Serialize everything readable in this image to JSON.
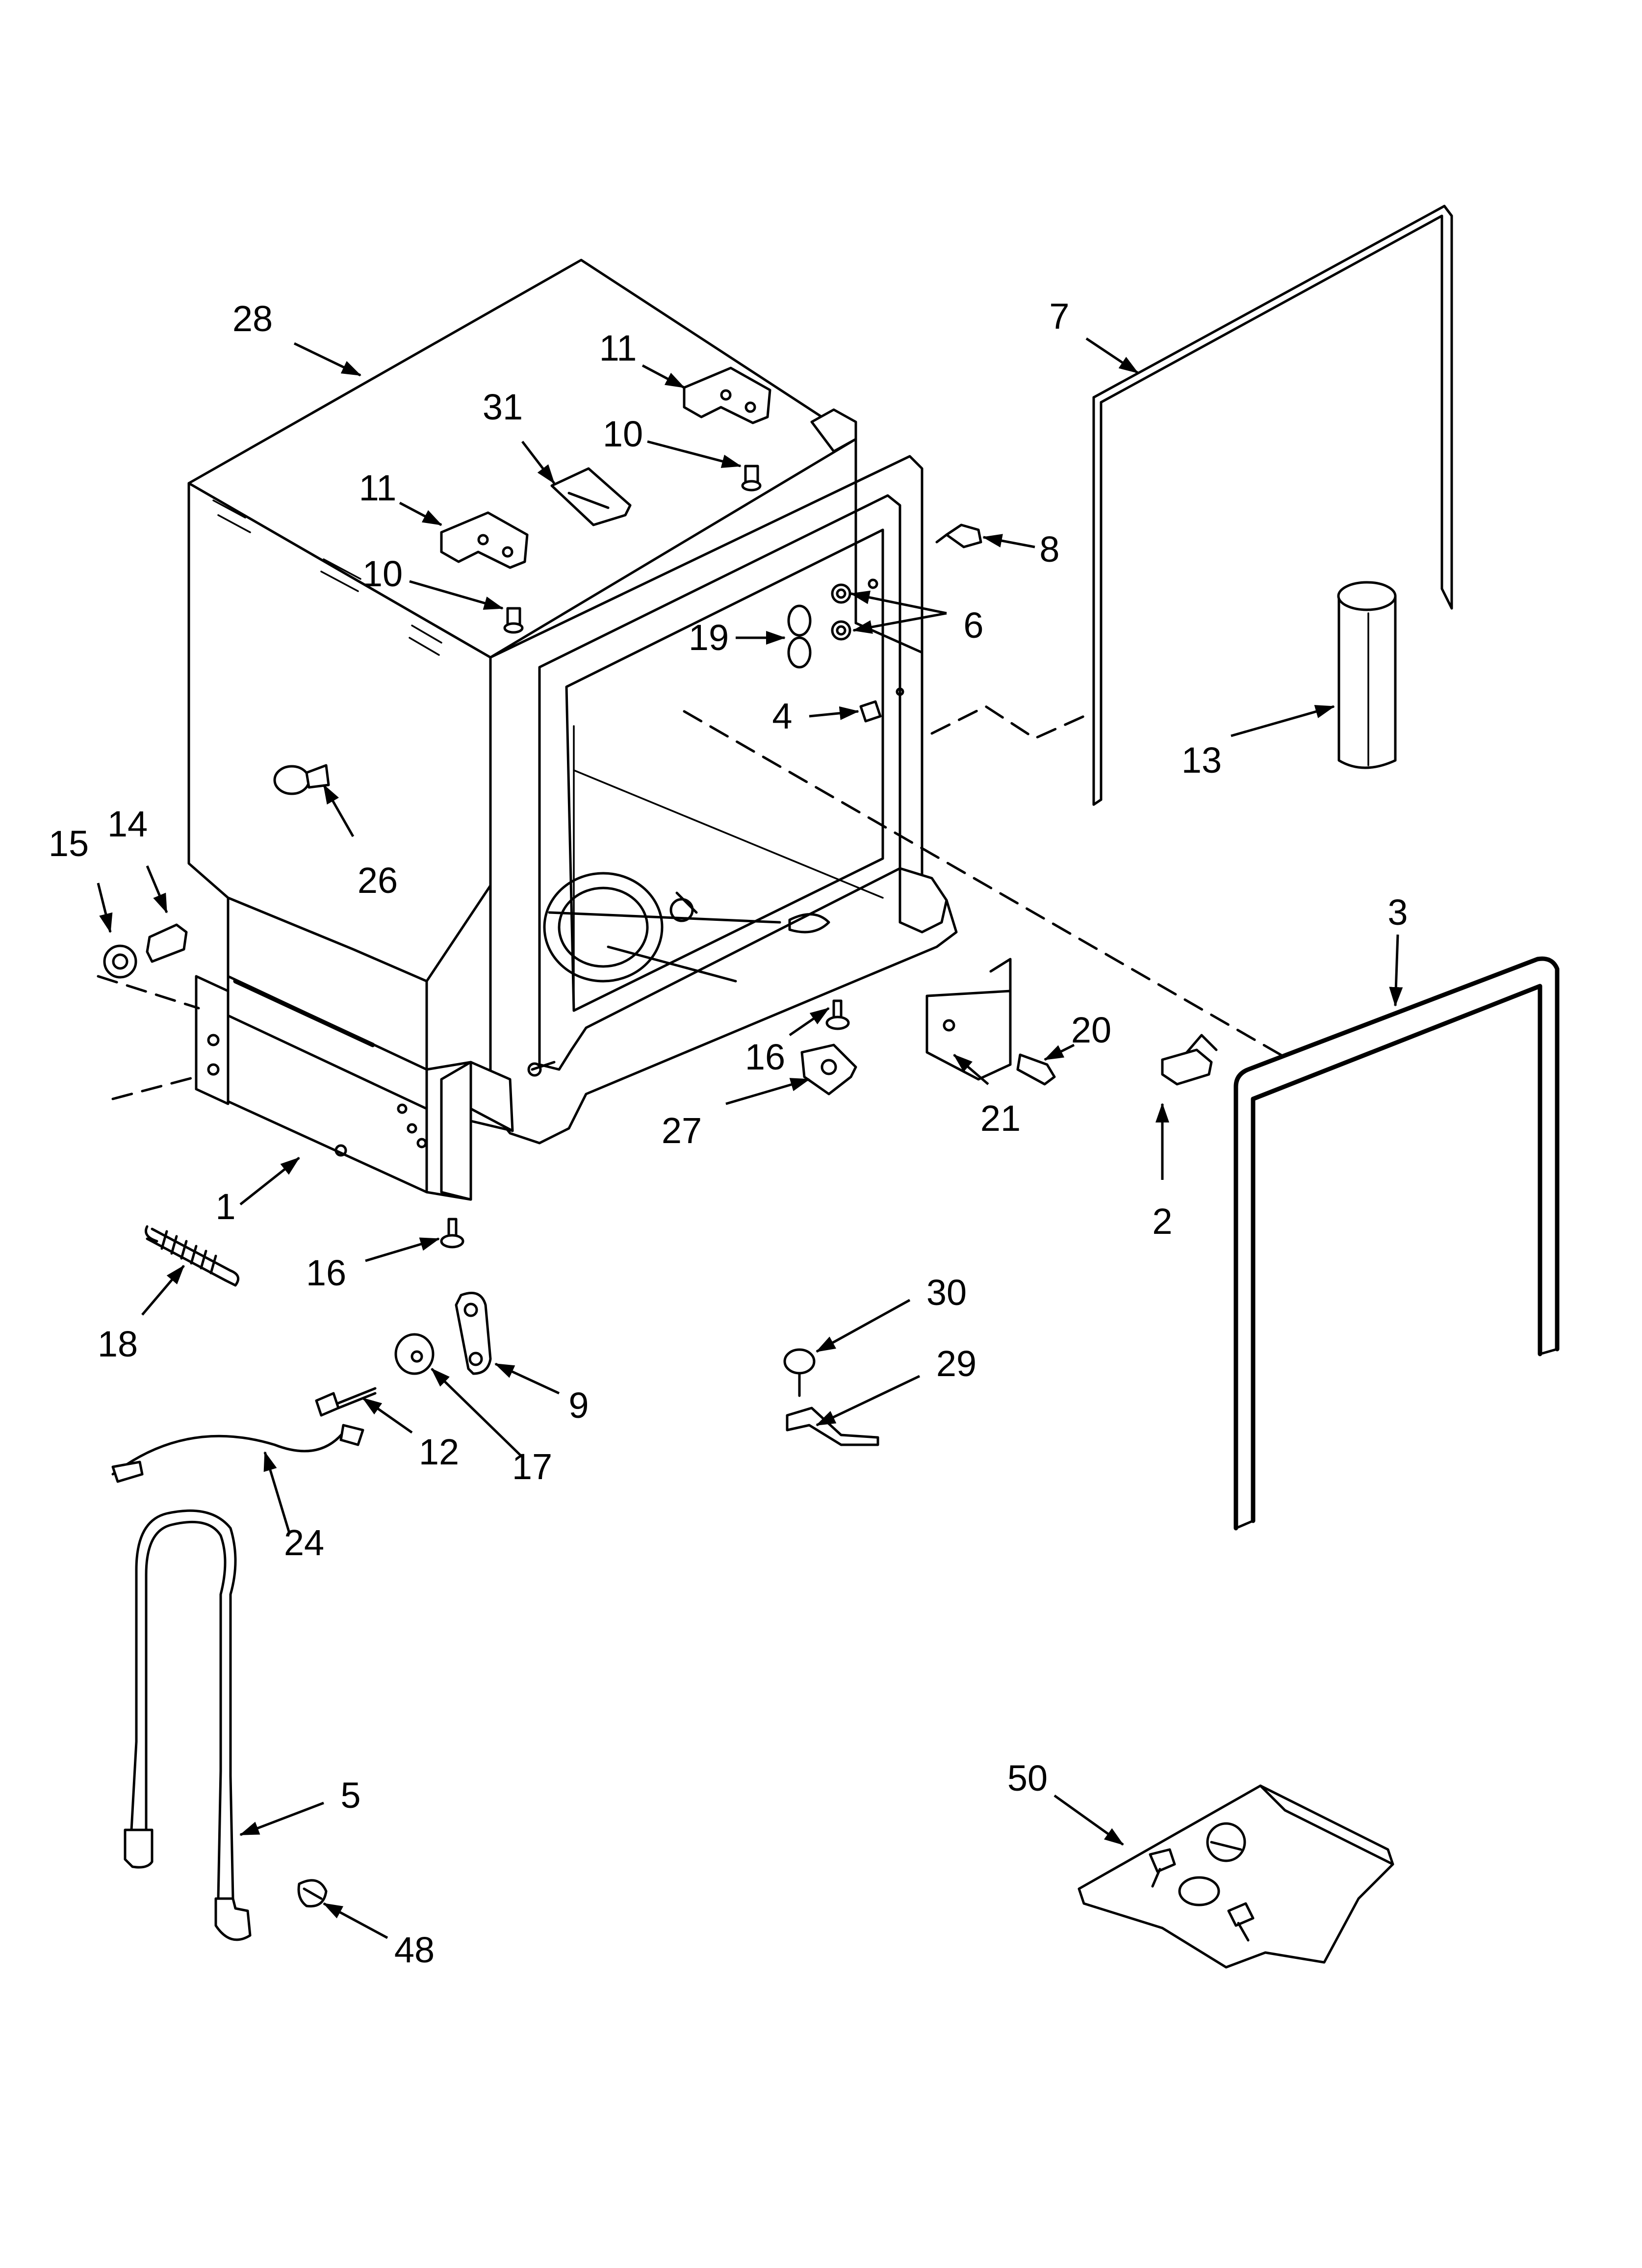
{
  "callouts": [
    {
      "id": "c28",
      "label": "28"
    },
    {
      "id": "c11a",
      "label": "11"
    },
    {
      "id": "c31",
      "label": "31"
    },
    {
      "id": "c10a",
      "label": "10"
    },
    {
      "id": "c11b",
      "label": "11"
    },
    {
      "id": "c10b",
      "label": "10"
    },
    {
      "id": "c7",
      "label": "7"
    },
    {
      "id": "c8",
      "label": "8"
    },
    {
      "id": "c6",
      "label": "6"
    },
    {
      "id": "c19",
      "label": "19"
    },
    {
      "id": "c4",
      "label": "4"
    },
    {
      "id": "c13",
      "label": "13"
    },
    {
      "id": "c15",
      "label": "15"
    },
    {
      "id": "c14",
      "label": "14"
    },
    {
      "id": "c26",
      "label": "26"
    },
    {
      "id": "c3",
      "label": "3"
    },
    {
      "id": "c20",
      "label": "20"
    },
    {
      "id": "c16a",
      "label": "16"
    },
    {
      "id": "c27",
      "label": "27"
    },
    {
      "id": "c21",
      "label": "21"
    },
    {
      "id": "c2",
      "label": "2"
    },
    {
      "id": "c1",
      "label": "1"
    },
    {
      "id": "c16b",
      "label": "16"
    },
    {
      "id": "c18",
      "label": "18"
    },
    {
      "id": "c30",
      "label": "30"
    },
    {
      "id": "c29",
      "label": "29"
    },
    {
      "id": "c9",
      "label": "9"
    },
    {
      "id": "c12",
      "label": "12"
    },
    {
      "id": "c17",
      "label": "17"
    },
    {
      "id": "c24",
      "label": "24"
    },
    {
      "id": "c5",
      "label": "5"
    },
    {
      "id": "c48",
      "label": "48"
    },
    {
      "id": "c50",
      "label": "50"
    }
  ]
}
